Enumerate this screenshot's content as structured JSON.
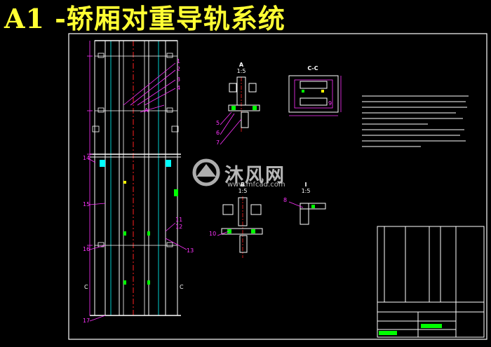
{
  "title": "A1 -轿厢对重导轨系统",
  "watermark": {
    "text": "沐风网",
    "url": "www.mfcad.com"
  },
  "views": {
    "section_a": "A",
    "section_a_scale": "1:5",
    "section_cc": "C-C",
    "detail_b": "B",
    "detail_b_scale": "1:5",
    "detail_i": "I",
    "detail_i_scale": "1:5",
    "section_marker": "C"
  },
  "balloons": [
    "1",
    "2",
    "3",
    "4",
    "5",
    "6",
    "7",
    "8",
    "9",
    "10",
    "11",
    "12",
    "13",
    "14",
    "15",
    "16",
    "17"
  ],
  "colors": {
    "background": "#000000",
    "title": "#ffff33",
    "outline": "#ffffff",
    "leader": "#ff33ff",
    "green": "#00ff00",
    "cyan": "#00ffff",
    "red": "#ff2020",
    "yellow": "#ffff00"
  }
}
